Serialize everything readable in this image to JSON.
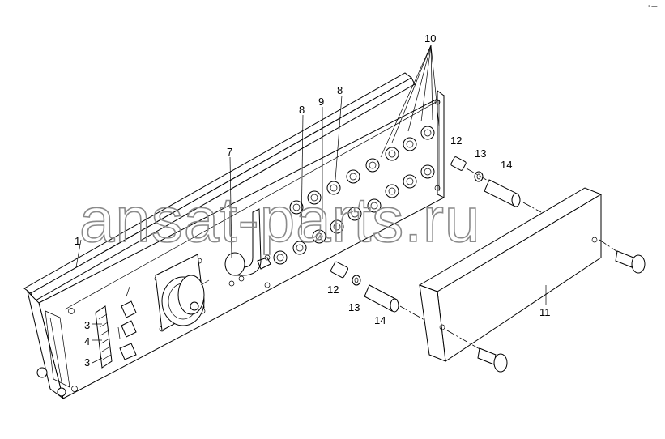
{
  "diagram": {
    "watermark": "ansat-parts.ru",
    "corner_mark": "• —",
    "callouts": [
      {
        "id": "c1",
        "text": "1"
      },
      {
        "id": "c3a",
        "text": "3"
      },
      {
        "id": "c4",
        "text": "4"
      },
      {
        "id": "c3b",
        "text": "3"
      },
      {
        "id": "c7",
        "text": "7"
      },
      {
        "id": "c8a",
        "text": "8"
      },
      {
        "id": "c9",
        "text": "9"
      },
      {
        "id": "c8b",
        "text": "8"
      },
      {
        "id": "c10",
        "text": "10"
      },
      {
        "id": "c12a",
        "text": "12"
      },
      {
        "id": "c13a",
        "text": "13"
      },
      {
        "id": "c14a",
        "text": "14"
      },
      {
        "id": "c12b",
        "text": "12"
      },
      {
        "id": "c13b",
        "text": "13"
      },
      {
        "id": "c14b",
        "text": "14"
      },
      {
        "id": "c11",
        "text": "11"
      }
    ]
  }
}
